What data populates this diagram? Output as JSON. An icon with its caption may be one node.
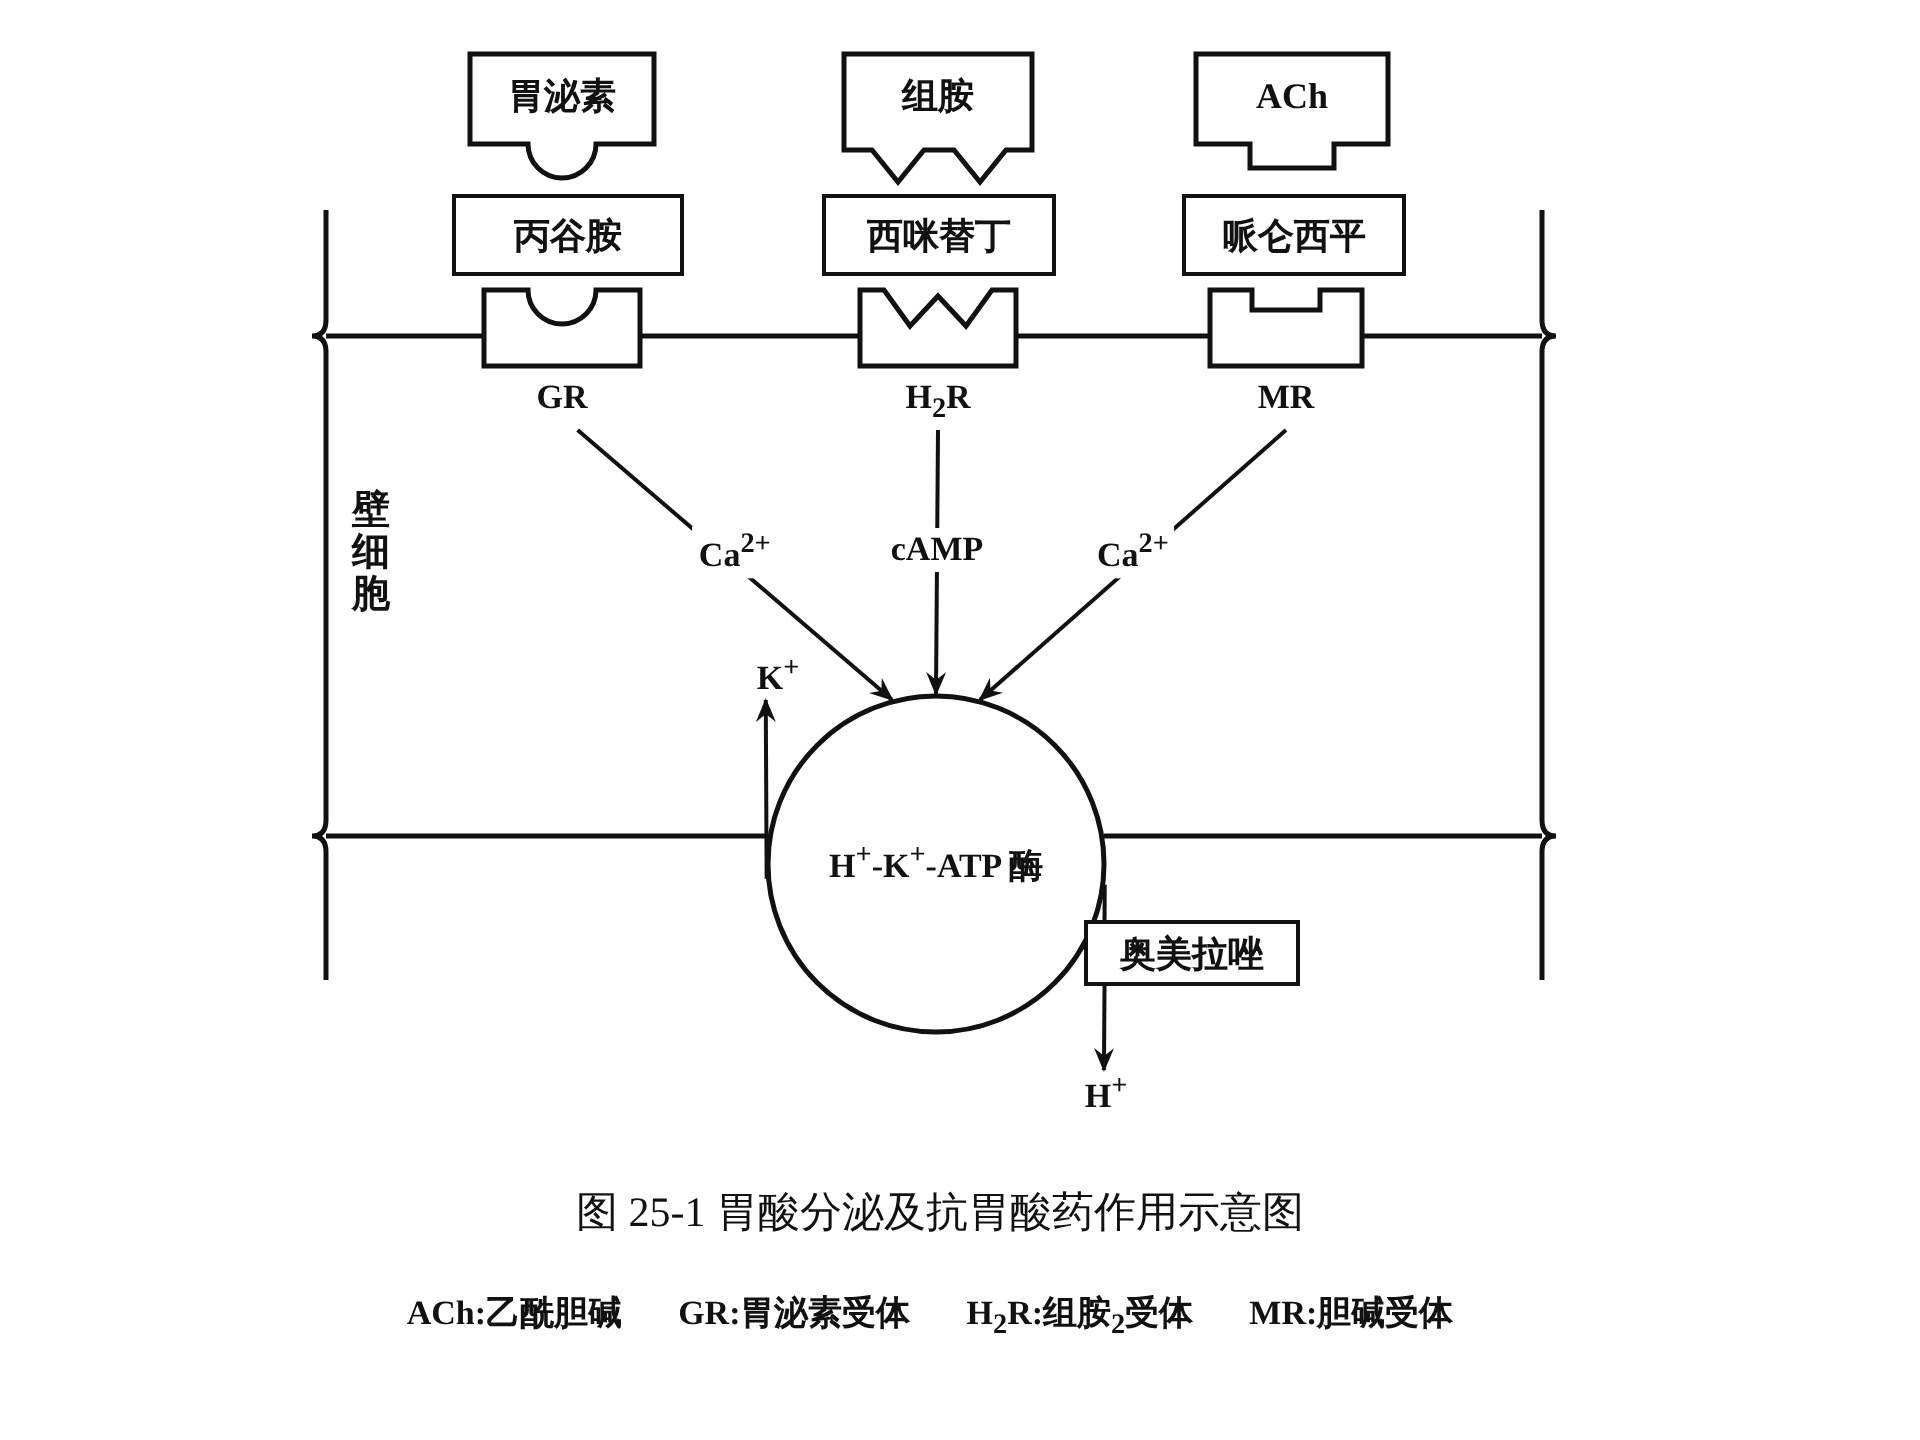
{
  "diagram": {
    "title": "图 25-1 胃酸分泌及抗胃酸药作用示意图",
    "caption": "ACh:乙酰胆碱 GR:胃泌素受体 H$_{2}$R:组胺$_{2}$受体 MR:胆碱受体",
    "nodes": [
      {
        "text": [
          "胃泌素"
        ]
      },
      {
        "text": [
          "组胺"
        ]
      },
      {
        "text": [
          "ACh"
        ]
      },
      {
        "text": [
          "丙谷胺"
        ]
      },
      {
        "text": [
          "西咪替丁"
        ]
      },
      {
        "text": [
          "哌仑西平"
        ]
      },
      {
        "text": [],
        "shape": "box",
        "beside": [
          "GR"
        ]
      },
      {
        "text": [],
        "shape": "box",
        "beside": [
          "H$_{2}$R"
        ]
      },
      {
        "text": [],
        "shape": "box",
        "beside": [
          "MR"
        ]
      },
      {
        "text": [
          "H$^{+}$-K$^{+}$-ATP 酶"
        ]
      },
      {
        "text": [
          "奥美拉唑"
        ]
      },
      {
        "text": [
          "K$^{+}$"
        ]
      },
      {
        "text": [
          "H$^{+}$"
        ]
      }
    ],
    "edges": [
      {
        "from": 6,
        "to": 9,
        "arrow": "to",
        "label": "Ca$^{2+}$"
      },
      {
        "from": 7,
        "to": 9,
        "arrow": "to",
        "label": "cAMP"
      },
      {
        "from": 8,
        "to": 9,
        "arrow": "to",
        "label": "Ca$^{2+}$"
      },
      {
        "from": 9,
        "to": 11,
        "arrow": "to"
      },
      {
        "from": 9,
        "to": 10,
        "arrow": "none"
      },
      {
        "from": 10,
        "to": 12,
        "arrow": "to"
      }
    ],
    "labels": [
      "壁细胞"
    ]
  }
}
